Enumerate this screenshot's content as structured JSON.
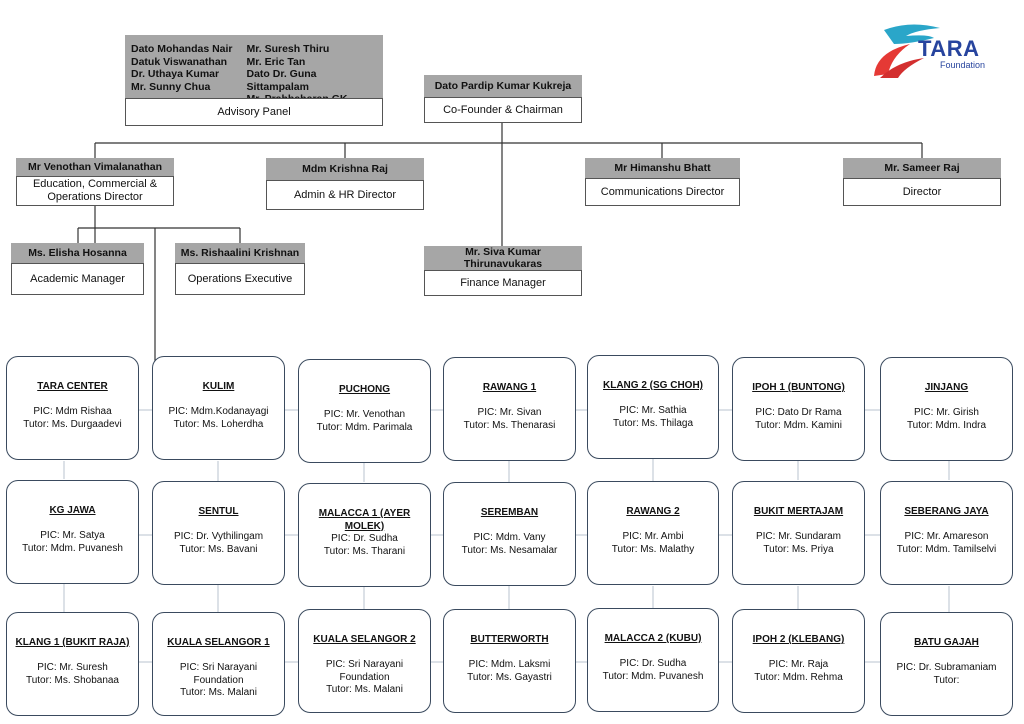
{
  "logo": {
    "word": "TARA",
    "sub": "Foundation",
    "colors": {
      "blue": "#27449e",
      "red": "#e53935",
      "teal": "#2aa6c9"
    }
  },
  "advisory": {
    "names_col1": [
      "Dato Mohandas Nair",
      "Datuk Viswanathan",
      "Dr. Uthaya Kumar",
      "Mr. Sunny Chua"
    ],
    "names_col2": [
      "Mr. Suresh Thiru",
      "Mr. Eric Tan",
      "Dato Dr. Guna Sittampalam",
      "Mr. Prabhaharan GK"
    ],
    "role": "Advisory Panel"
  },
  "chairman": {
    "name": "Dato Pardip Kumar Kukreja",
    "role": "Co-Founder & Chairman"
  },
  "directors": [
    {
      "name": "Mr Venothan Vimalanathan",
      "role": "Education, Commercial & Operations Director"
    },
    {
      "name": "Mdm Krishna Raj",
      "role": "Admin & HR Director"
    },
    {
      "name": "Mr Himanshu Bhatt",
      "role": "Communications Director"
    },
    {
      "name": "Mr. Sameer Raj",
      "role": "Director"
    }
  ],
  "managers": [
    {
      "name": "Ms. Elisha Hosanna",
      "role": "Academic Manager"
    },
    {
      "name": "Ms. Rishaalini Krishnan",
      "role": "Operations Executive"
    },
    {
      "name": "Mr. Siva Kumar Thirunavukaras",
      "role": "Finance Manager"
    }
  ],
  "centres": [
    {
      "name": "TARA CENTER",
      "lines": [
        "PIC: Mdm Rishaa",
        "Tutor: Ms. Durgaadevi"
      ]
    },
    {
      "name": "KULIM",
      "lines": [
        "PIC: Mdm.Kodanayagi",
        "Tutor: Ms. Loherdha"
      ]
    },
    {
      "name": "PUCHONG",
      "lines": [
        "PIC: Mr. Venothan",
        "Tutor: Mdm. Parimala"
      ]
    },
    {
      "name": "RAWANG 1",
      "lines": [
        "PIC: Mr. Sivan",
        "Tutor: Ms. Thenarasi"
      ]
    },
    {
      "name": "KLANG 2 (SG CHOH)",
      "lines": [
        "PIC: Mr. Sathia",
        "Tutor: Ms. Thilaga"
      ]
    },
    {
      "name": "IPOH 1 (BUNTONG)",
      "lines": [
        "PIC: Dato Dr Rama",
        "Tutor: Mdm. Kamini"
      ]
    },
    {
      "name": "JINJANG",
      "lines": [
        "PIC: Mr. Girish",
        "Tutor: Mdm. Indra"
      ]
    },
    {
      "name": "KG JAWA",
      "lines": [
        "PIC: Mr. Satya",
        "Tutor: Mdm. Puvanesh"
      ]
    },
    {
      "name": "SENTUL",
      "lines": [
        "PIC: Dr. Vythilingam",
        "Tutor: Ms. Bavani"
      ]
    },
    {
      "name": "MALACCA 1 (AYER MOLEK)",
      "lines": [
        "PIC: Dr. Sudha",
        "Tutor: Ms. Tharani"
      ]
    },
    {
      "name": "SEREMBAN",
      "lines": [
        "PIC: Mdm. Vany",
        "Tutor: Ms. Nesamalar"
      ]
    },
    {
      "name": "RAWANG 2",
      "lines": [
        "PIC: Mr. Ambi",
        "Tutor: Ms. Malathy"
      ]
    },
    {
      "name": "BUKIT MERTAJAM",
      "lines": [
        "PIC: Mr. Sundaram",
        "Tutor: Ms. Priya"
      ]
    },
    {
      "name": "SEBERANG JAYA",
      "lines": [
        "PIC: Mr. Amareson",
        "Tutor: Mdm. Tamilselvi"
      ]
    },
    {
      "name": "KLANG 1 (BUKIT RAJA)",
      "lines": [
        "PIC: Mr. Suresh",
        "Tutor: Ms. Shobanaa"
      ]
    },
    {
      "name": "KUALA SELANGOR 1",
      "lines": [
        "PIC: Sri Narayani",
        "Foundation",
        "Tutor: Ms. Malani"
      ]
    },
    {
      "name": "KUALA SELANGOR 2",
      "lines": [
        "PIC: Sri Narayani",
        "Foundation",
        "Tutor: Ms. Malani"
      ]
    },
    {
      "name": "BUTTERWORTH",
      "lines": [
        "PIC: Mdm. Laksmi",
        "Tutor: Ms. Gayastri"
      ]
    },
    {
      "name": "MALACCA 2 (KUBU)",
      "lines": [
        "PIC: Dr. Sudha",
        "Tutor: Mdm. Puvanesh"
      ]
    },
    {
      "name": "IPOH 2 (KLEBANG)",
      "lines": [
        "PIC: Mr. Raja",
        "Tutor: Mdm. Rehma"
      ]
    },
    {
      "name": "BATU GAJAH",
      "lines": [
        "PIC: Dr. Subramaniam",
        "Tutor:"
      ]
    }
  ]
}
